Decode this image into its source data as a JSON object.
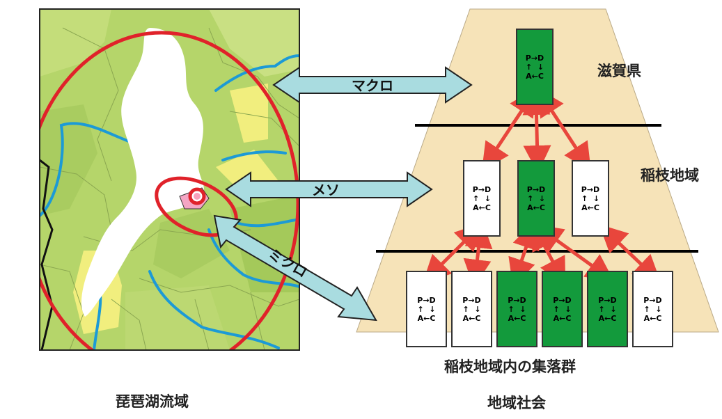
{
  "scales": {
    "macro": "マクロ",
    "meso": "メソ",
    "micro": "ミクロ"
  },
  "levels": {
    "top": "滋賀県",
    "middle": "稲枝地域",
    "bottom": "稲枝地域内の集落群"
  },
  "captions": {
    "left": "琵琶湖流域",
    "right": "地域社会"
  },
  "cycle": {
    "line1": "P→D",
    "line2": "↑  ↓",
    "line3": "A←C"
  },
  "colors": {
    "pyramid": "#f6e3b8",
    "green_card": "#139a3c",
    "arrow_red": "#e8463c",
    "arrow_blue": "#a9dce0",
    "map_green": "#b5d56a",
    "map_yellow": "#f1ee7e",
    "river_blue": "#1c9ad6",
    "circle_red": "#e0222a"
  }
}
